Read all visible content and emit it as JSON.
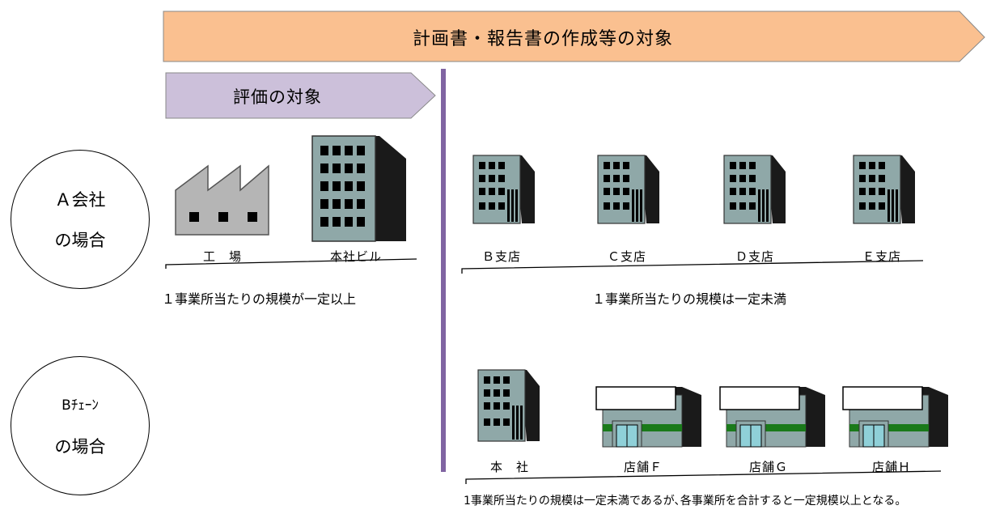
{
  "top_banner": {
    "text": "計画書・報告書の作成等の対象",
    "color": "#fac090"
  },
  "eval_banner": {
    "text": "評価の対象",
    "color": "#ccc0da"
  },
  "divider_color": "#8064a2",
  "company_a": {
    "label_line1": "Ａ会社",
    "label_line2": "の場合",
    "factory_label": "工　場",
    "hq_label": "本社ビル",
    "branches": [
      "Ｂ支店",
      "Ｃ支店",
      "Ｄ支店",
      "Ｅ支店"
    ],
    "caption_left": "１事業所当たりの規模が一定以上",
    "caption_right": "１事業所当たりの規模は一定未満"
  },
  "chain_b": {
    "label_line1": "Bﾁｪｰﾝ",
    "label_line2": "の場合",
    "hq_label": "本　社",
    "stores": [
      "店舗Ｆ",
      "店舗Ｇ",
      "店舗Ｈ"
    ],
    "caption": "1事業所当たりの規模は一定未満であるが､各事業所を合計すると一定規模以上となる。"
  },
  "colors": {
    "building": "#8fa8a8",
    "building_dark": "#1a1a1a",
    "window": "#000000",
    "store_stripe": "#1a7a1a",
    "store_door": "#8fd0d8"
  }
}
